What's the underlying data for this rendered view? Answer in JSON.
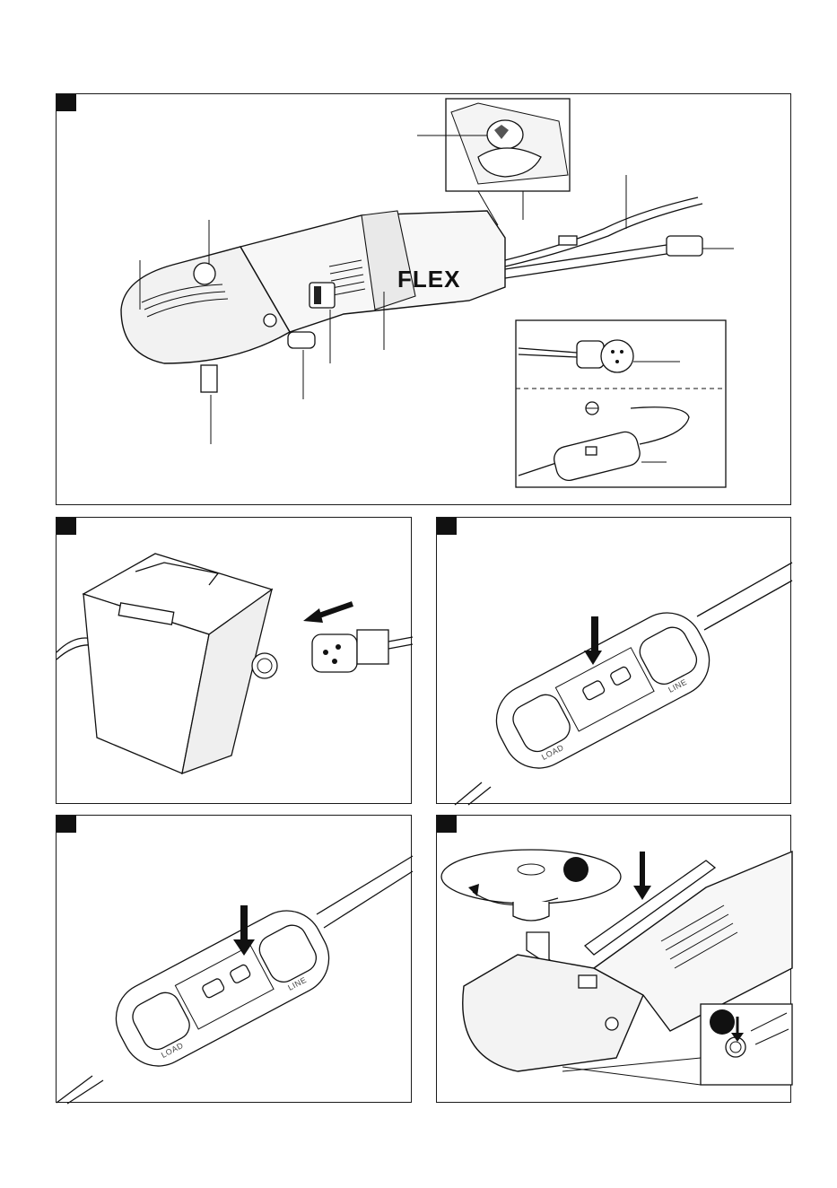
{
  "tool": {
    "brand": "FLEX"
  },
  "prcd": {
    "line_label": "LINE",
    "load_label": "LOAD"
  },
  "colors": {
    "ink": "#111111",
    "paper": "#ffffff",
    "shade": "#e6e6e6"
  },
  "icons": [
    "arrow-down-icon",
    "arrow-left-icon",
    "rotation-arrow-icon",
    "callout-circle-icon"
  ]
}
